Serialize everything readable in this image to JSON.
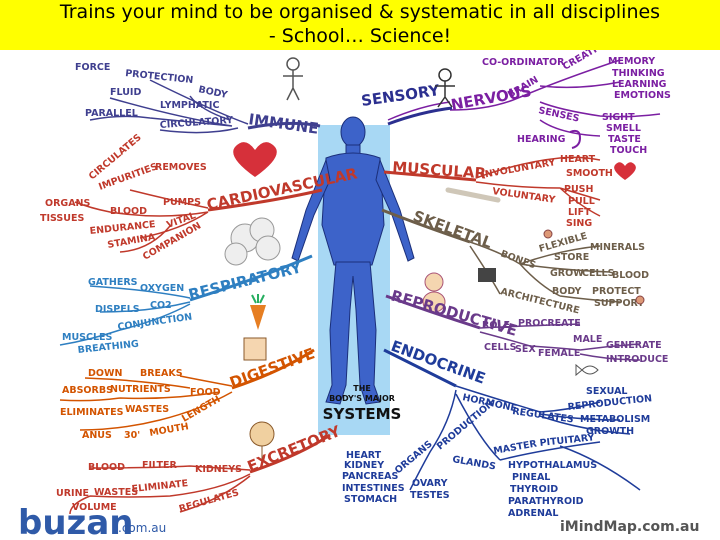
{
  "banner": {
    "line1": "Trains your mind to be organised & systematic in all disciplines",
    "line2": "- School… Science!"
  },
  "center": {
    "line1": "THE",
    "line2": "BODY'S MAJOR",
    "line3": "SYSTEMS"
  },
  "colors": {
    "banner": "#ffff00",
    "immune": "#3f3f8f",
    "sensory": "#2b2f8f",
    "nervous": "#7b1fa2",
    "cardiovascular": "#c0392b",
    "muscular": "#c0392b",
    "skeletal": "#6d5e4a",
    "respiratory": "#2e7fc1",
    "reproductive": "#6a3a8a",
    "digestive": "#d35400",
    "endocrine": "#1f3c9a",
    "excretory": "#c0392b"
  },
  "branches": {
    "immune": {
      "label": "IMMUNE",
      "leaves": [
        "FORCE",
        "PROTECTION",
        "BODY",
        "FLUID",
        "LYMPHATIC",
        "PARALLEL",
        "CIRCULATORY"
      ]
    },
    "cardiovascular": {
      "label": "CARDIOVASCULAR",
      "leaves": [
        "CIRCULATES",
        "IMPURITIES",
        "REMOVES",
        "ORGANS",
        "TISSUES",
        "BLOOD",
        "PUMPS",
        "ENDURANCE",
        "VITAL",
        "STAMINA",
        "COMPANION"
      ]
    },
    "respiratory": {
      "label": "RESPIRATORY",
      "leaves": [
        "GATHERS",
        "OXYGEN",
        "DISPELS",
        "CO2",
        "CONJUNCTION",
        "MUSCLES",
        "BREATHING"
      ]
    },
    "digestive": {
      "label": "DIGESTIVE",
      "leaves": [
        "DOWN",
        "BREAKS",
        "ABSORBS",
        "NUTRIENTS",
        "FOOD",
        "ELIMINATES",
        "WASTES",
        "LENGTH",
        "ANUS",
        "30'",
        "MOUTH"
      ]
    },
    "excretory": {
      "label": "EXCRETORY",
      "leaves": [
        "BLOOD",
        "FILTER",
        "KIDNEYS",
        "URINE",
        "WASTES",
        "ELIMINATE",
        "VOLUME",
        "REGULATES"
      ]
    },
    "sensory": {
      "label": "SENSORY",
      "leaves": []
    },
    "nervous": {
      "label": "NERVOUS",
      "leaves": [
        "BRAIN",
        "CO-ORDINATOR",
        "CREATIVITY",
        "MEMORY",
        "THINKING",
        "LEARNING",
        "EMOTIONS",
        "SENSES",
        "SIGHT",
        "SMELL",
        "TASTE",
        "TOUCH",
        "HEARING"
      ]
    },
    "muscular": {
      "label": "MUSCULAR",
      "leaves": [
        "INVOLUNTARY",
        "HEART",
        "SMOOTH",
        "VOLUNTARY",
        "PUSH",
        "PULL",
        "LIFT",
        "SING"
      ]
    },
    "skeletal": {
      "label": "SKELETAL",
      "leaves": [
        "BONES",
        "FLEXIBLE",
        "STORE",
        "MINERALS",
        "GROW",
        "CELLS",
        "BLOOD",
        "BODY",
        "PROTECT",
        "ARCHITECTURE",
        "SUPPORT"
      ]
    },
    "reproductive": {
      "label": "REPRODUCTIVE",
      "leaves": [
        "ROLE",
        "PROCREATE",
        "MALE",
        "GENERATE",
        "CELLS",
        "SEX",
        "FEMALE",
        "INTRODUCE"
      ]
    },
    "endocrine": {
      "label": "ENDOCRINE",
      "leaves": [
        "SEXUAL",
        "HORMONE",
        "REGULATES",
        "REPRODUCTION",
        "METABOLISM",
        "GROWTH",
        "PRODUCTION",
        "GLANDS",
        "MASTER",
        "PITUITARY",
        "HYPOTHALAMUS",
        "PINEAL",
        "THYROID",
        "PARATHYROID",
        "ADRENAL",
        "ORGANS",
        "OVARY",
        "TESTES",
        "HEART",
        "KIDNEY",
        "PANCREAS",
        "INTESTINES",
        "STOMACH"
      ]
    }
  },
  "logos": {
    "left_main": "buzan",
    "left_suffix": ".com.au",
    "right": "iMindMap.com.au"
  }
}
